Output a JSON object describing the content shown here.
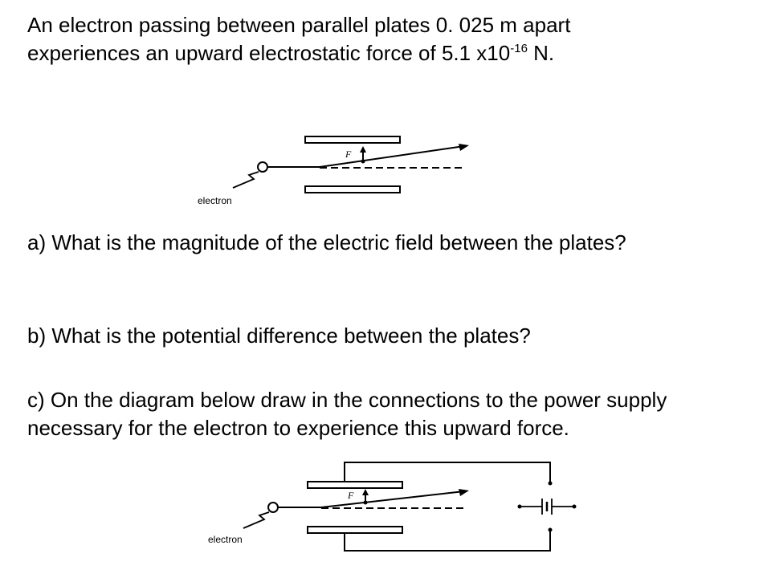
{
  "intro": {
    "line1": "An electron passing between parallel plates 0. 025 m apart",
    "line2_before": "experiences  an upward electrostatic force of 5.1 x10",
    "line2_exp": "-16",
    "line2_after": " N."
  },
  "questions": {
    "a": "a) What is the magnitude of the electric field between the plates?",
    "b": "b) What is the potential difference between the plates?",
    "c": "c) On the diagram below draw in the connections to the power supply necessary for the electron to experience  this upward force."
  },
  "diagram1": {
    "electron_label": "electron",
    "force_label": "F"
  },
  "diagram2": {
    "electron_label": "electron",
    "force_label": "F"
  }
}
